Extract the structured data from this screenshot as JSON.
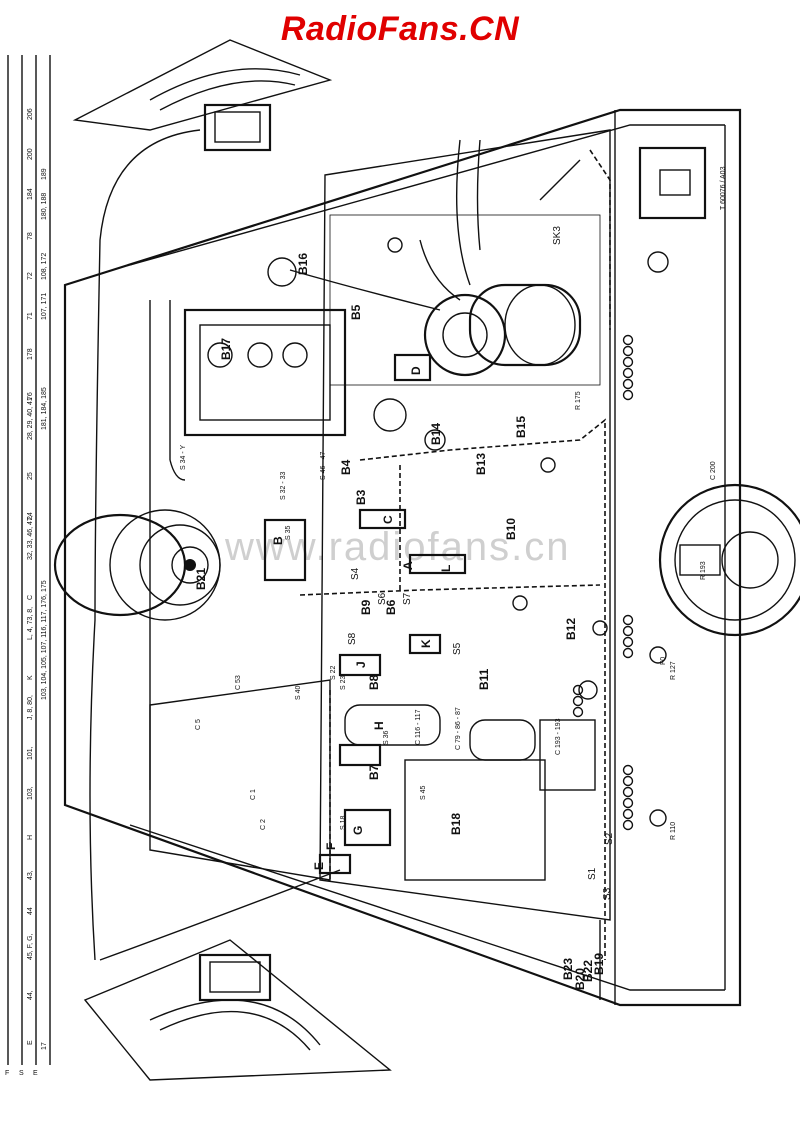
{
  "header": {
    "site_title": "RadioFans.CN",
    "title_color": "#e00000"
  },
  "watermark": {
    "text": "www.radiofans.cn",
    "color": "#cfcfcf"
  },
  "reference_code": "T 60076 / A03",
  "valves": [
    "B3",
    "B4",
    "B5",
    "B6",
    "B7",
    "B8",
    "B9",
    "B10",
    "B11",
    "B12",
    "B13",
    "B14",
    "B15",
    "B16",
    "B17",
    "B18",
    "B19",
    "B20",
    "B21",
    "B22",
    "B23"
  ],
  "blocks": [
    "A",
    "B",
    "C",
    "D",
    "E",
    "F",
    "G",
    "H",
    "J",
    "K",
    "L"
  ],
  "switch_labels": [
    "SK3",
    "S1",
    "S2",
    "S3",
    "S4",
    "S5",
    "S6",
    "S7",
    "S8"
  ],
  "left_scale_labels": [
    "E",
    "44,",
    "45, F, G,",
    "44",
    "43,",
    "H",
    "103,",
    "101,",
    "J, 8, 80,",
    "K",
    "L, 4, 73, 8,",
    "C",
    "32, 33, 46, 47,",
    "24",
    "25",
    "28, 29, 40, 41",
    "76",
    "178",
    "71",
    "72",
    "78",
    "184",
    "200",
    "206"
  ],
  "left_scale_row3": [
    "17",
    "103, 104, 105, 107, 116, 117, 176, 175",
    "181, 184, 185",
    "107, 171",
    "108, 172",
    "180, 188",
    "189"
  ],
  "capacitor_labels": [
    "C 200",
    "C 193 - 193",
    "C 79 - 86 - 87",
    "C 116 - 117",
    "C 1",
    "C 2",
    "C 5",
    "C 53"
  ],
  "resistor_labels": [
    "R 127",
    "R 110",
    "R 193",
    "R 175"
  ],
  "misc_labels": [
    "F0",
    "S 35",
    "S 23",
    "S 36",
    "S 22",
    "S 18",
    "S 40",
    "S 45",
    "S 46 - 47",
    "S 32 - 33",
    "S 34 - Y"
  ],
  "legend_row_letters": [
    "F",
    "S",
    "E"
  ]
}
